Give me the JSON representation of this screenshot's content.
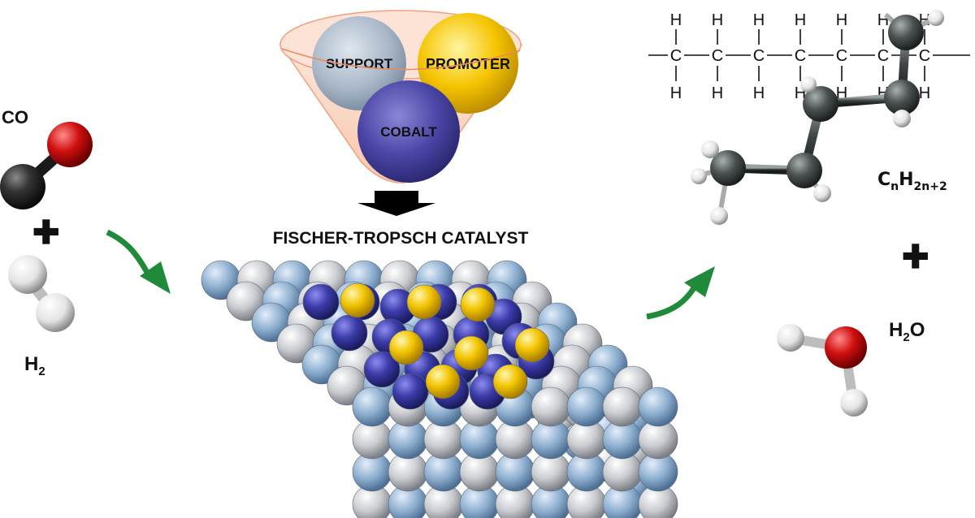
{
  "reactants": {
    "co_label": "CO",
    "h2_label": "H",
    "h2_sub": "2",
    "plus": "✚"
  },
  "catalyst": {
    "support_label": "SUPPORT",
    "promoter_label": "PROMOTER",
    "cobalt_label": "COBALT",
    "title": "FISCHER-TROPSCH CATALYST"
  },
  "products": {
    "alkane_c": "C",
    "alkane_sub_n": "n",
    "alkane_h": "H",
    "alkane_sub_2n2": "2n+2",
    "water_h": "H",
    "water_sub": "2",
    "water_o": "O",
    "plus": "✚",
    "structural_formula": {
      "carbon_symbol": "C",
      "hydrogen_symbol": "H",
      "carbon_count": 7
    }
  },
  "colors": {
    "support": "#a9bfd9",
    "promoter": "#f2c400",
    "cobalt": "#3c3c9c",
    "arrow_green": "#1f8a3a",
    "arrow_black": "#000000",
    "surface_blue": "#8fb0d0",
    "surface_grey": "#c9cbcf",
    "oxygen": "#d01010",
    "carbon": "#333333",
    "hydrogen": "#eeeeee"
  }
}
